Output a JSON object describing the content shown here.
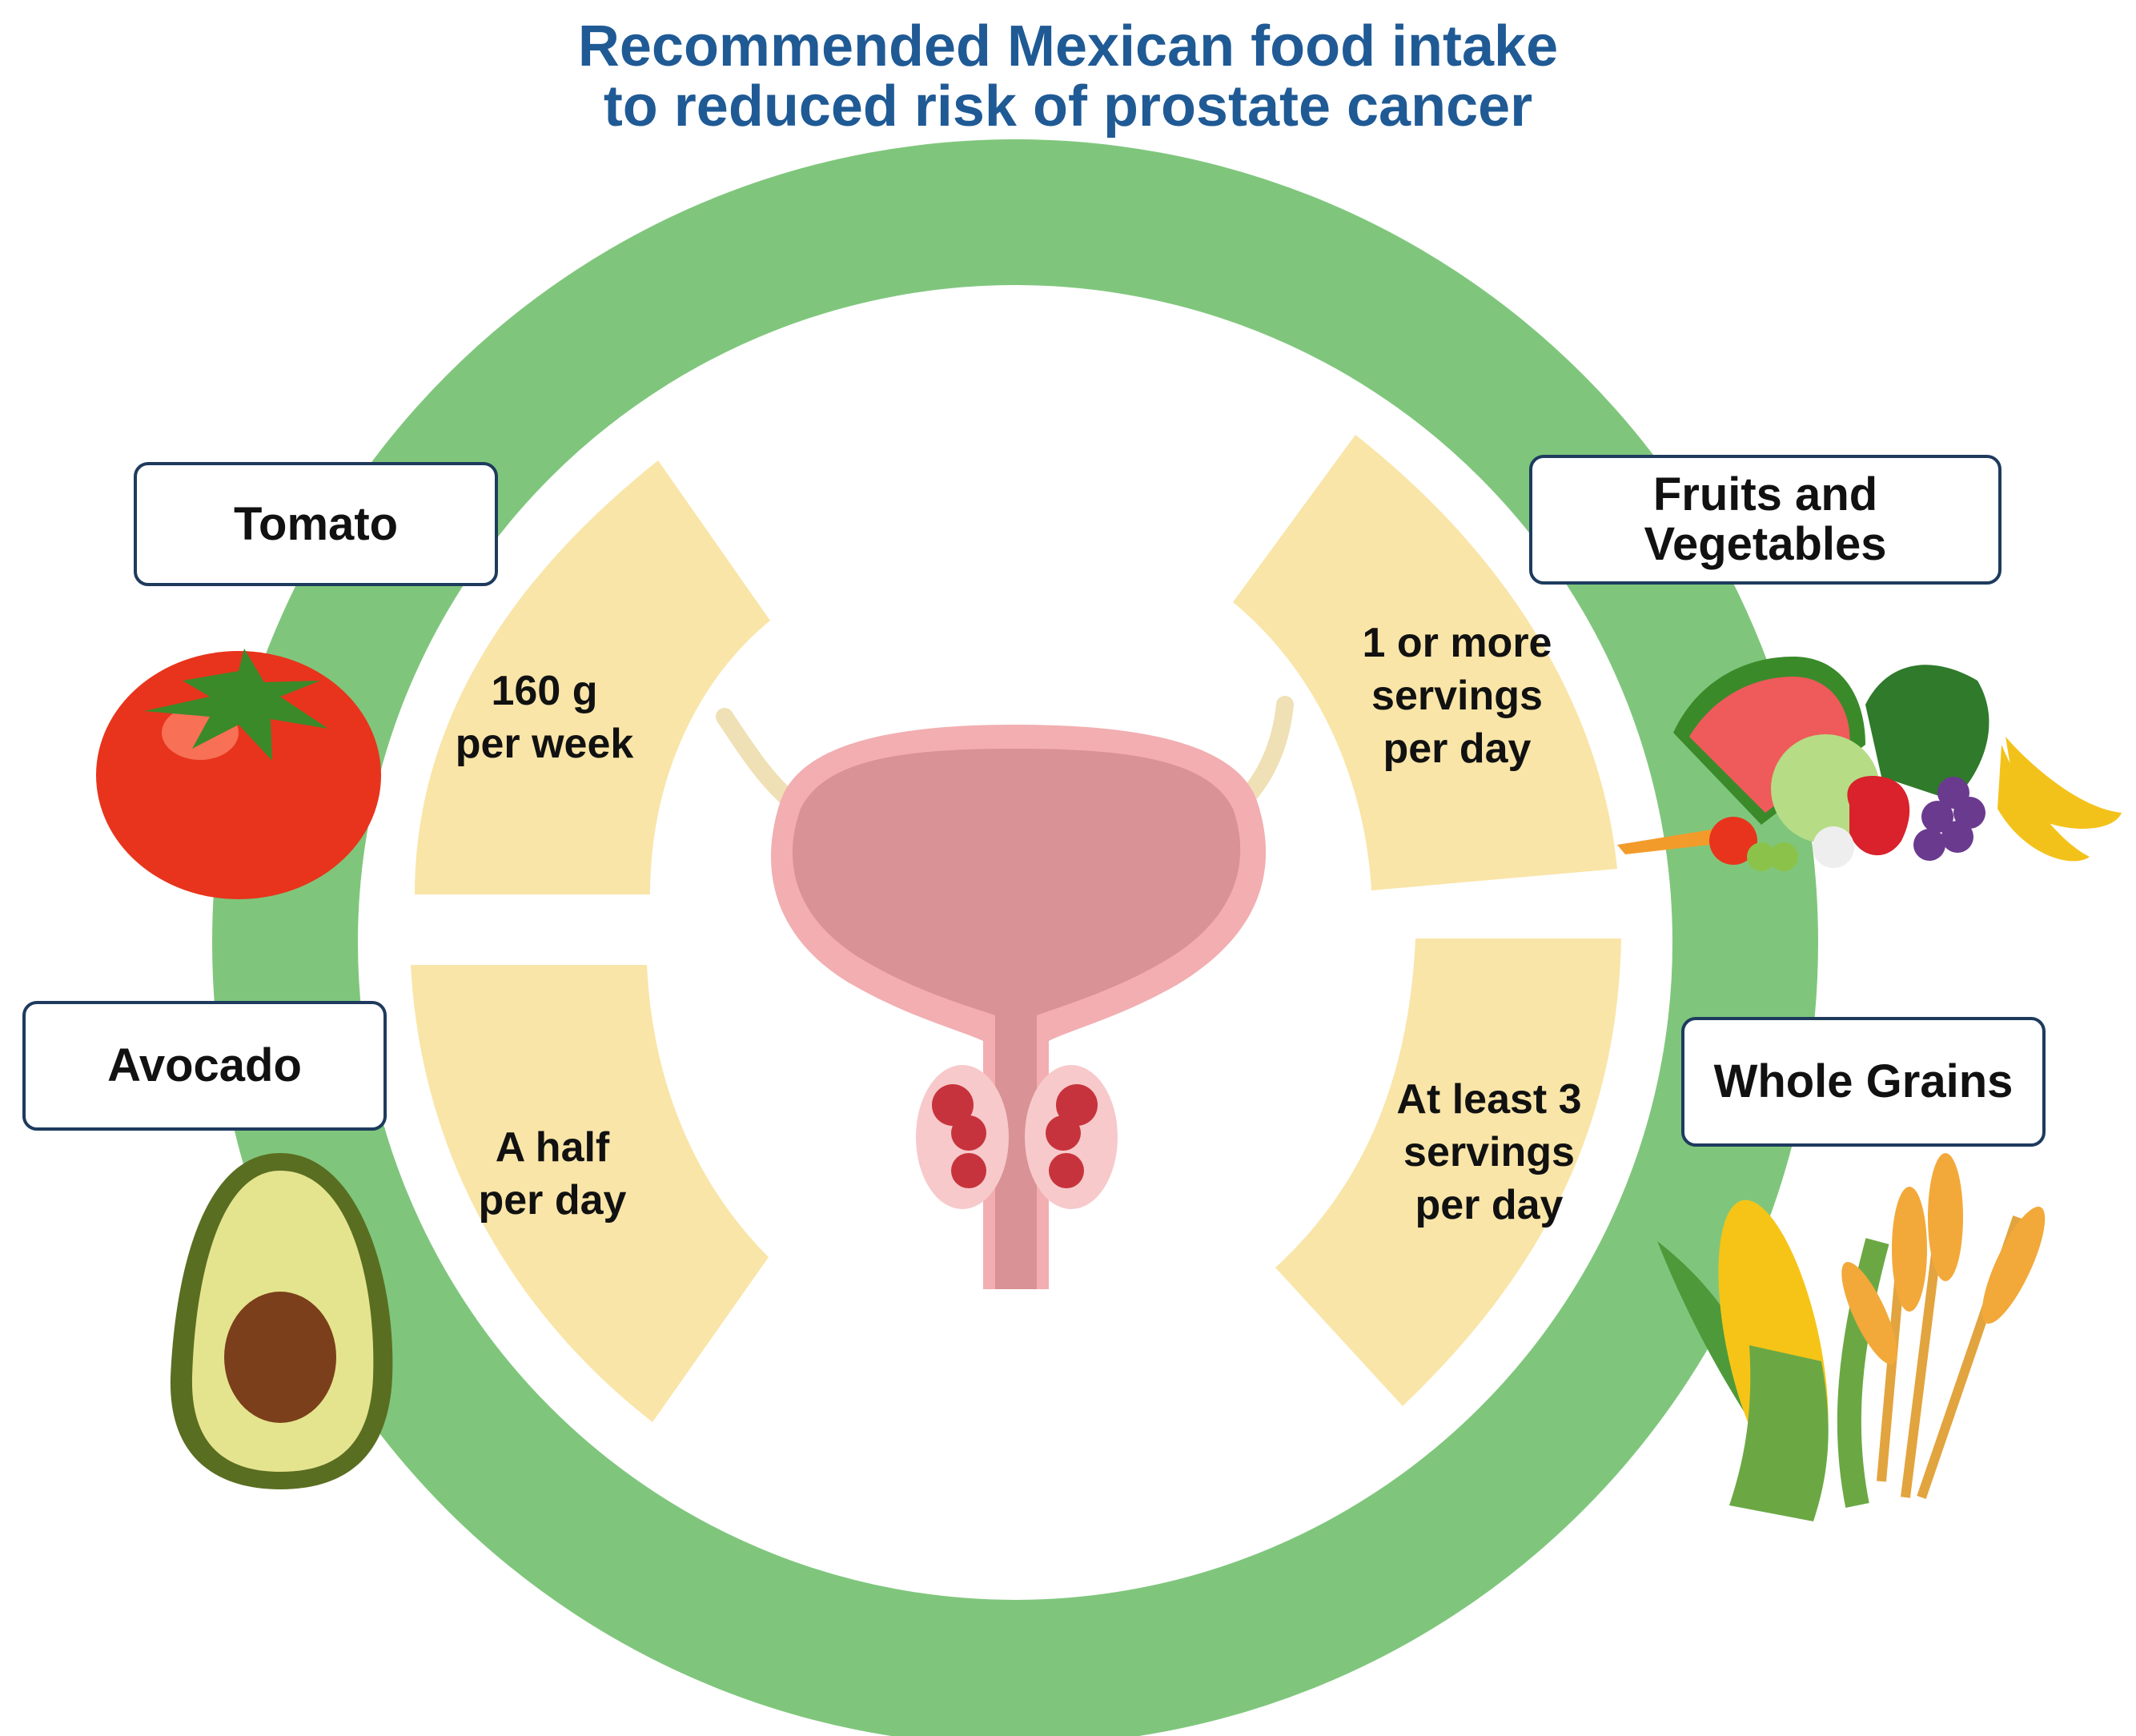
{
  "title": {
    "line1": "Recommended Mexican food intake",
    "line2": "to reduced risk of prostate cancer"
  },
  "foods": {
    "tomato": {
      "label": "Tomato",
      "amount_line1": "160 g",
      "amount_line2": "per week"
    },
    "avocado": {
      "label": "Avocado",
      "amount_line1": "A half",
      "amount_line2": "per day"
    },
    "fruits_vegetables": {
      "label_line1": "Fruits and",
      "label_line2": "Vegetables",
      "amount_line1": "1 or more",
      "amount_line2": "servings",
      "amount_line3": "per day"
    },
    "whole_grains": {
      "label": "Whole Grains",
      "amount_line1": "At least 3",
      "amount_line2": "servings",
      "amount_line3": "per day"
    }
  },
  "colors": {
    "ring": "#7fc67c",
    "segment": "#f9e5a8",
    "title": "#1f5a95",
    "box_border": "#1e3b5e"
  },
  "icons": [
    "prostate-bladder-icon",
    "tomato-icon",
    "avocado-icon",
    "fruits-vegetables-icon",
    "corn-wheat-icon"
  ]
}
